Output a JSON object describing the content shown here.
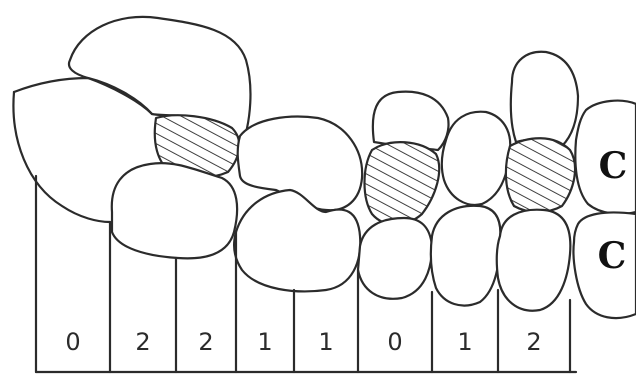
{
  "counts": [
    "0",
    "2",
    "2",
    "1",
    "1",
    "0",
    "1",
    "2"
  ],
  "side_labels": {
    "upper": "C",
    "lower": "C"
  }
}
